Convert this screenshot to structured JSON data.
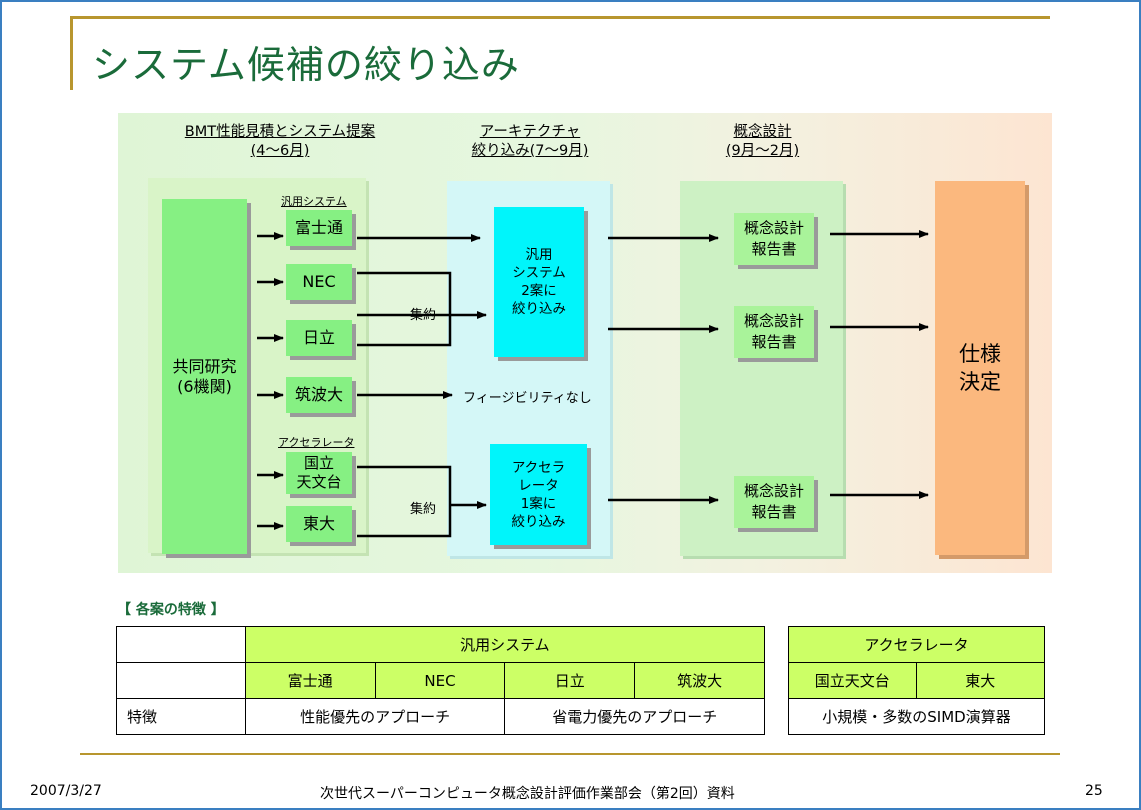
{
  "title": "システム候補の絞り込み",
  "phases": [
    {
      "line1": "BMT性能見積とシステム提案",
      "line2": "(4〜6月)"
    },
    {
      "line1": "アーキテクチャ",
      "line2": "絞り込み(7〜9月)"
    },
    {
      "line1": "概念設計",
      "line2": "(9月〜2月)"
    }
  ],
  "diagram": {
    "joint_research": {
      "line1": "共同研究",
      "line2": "(6機関)"
    },
    "general_label": "汎用システム",
    "accel_label": "アクセラレータ",
    "vendors": [
      "富士通",
      "NEC",
      "日立",
      "筑波大"
    ],
    "accel_vendors": [
      {
        "line1": "国立",
        "line2": "天文台"
      },
      {
        "line1": "東大",
        "line2": ""
      }
    ],
    "consolidate_label": "集約",
    "feasibility_none": "フィージビリティなし",
    "general_narrow": [
      "汎用",
      "システム",
      "2案に",
      "絞り込み"
    ],
    "accel_narrow": [
      "アクセラ",
      "レータ",
      "1案に",
      "絞り込み"
    ],
    "report": {
      "line1": "概念設計",
      "line2": "報告書"
    },
    "decision": {
      "line1": "仕様",
      "line2": "決定"
    }
  },
  "features": {
    "section_title": "【 各案の特徴 】",
    "general_header": "汎用システム",
    "general_vendors": [
      "富士通",
      "NEC",
      "日立",
      "筑波大"
    ],
    "row_label": "特徴",
    "general_features": [
      "性能優先のアプローチ",
      "省電力優先のアプローチ"
    ],
    "accel_header": "アクセラレータ",
    "accel_vendors": [
      "国立天文台",
      "東大"
    ],
    "accel_feature": "小規模・多数のSIMD演算器"
  },
  "footer": {
    "date": "2007/3/27",
    "center": "次世代スーパーコンピュータ概念設計評価作業部会（第2回）資料",
    "page": "25"
  }
}
